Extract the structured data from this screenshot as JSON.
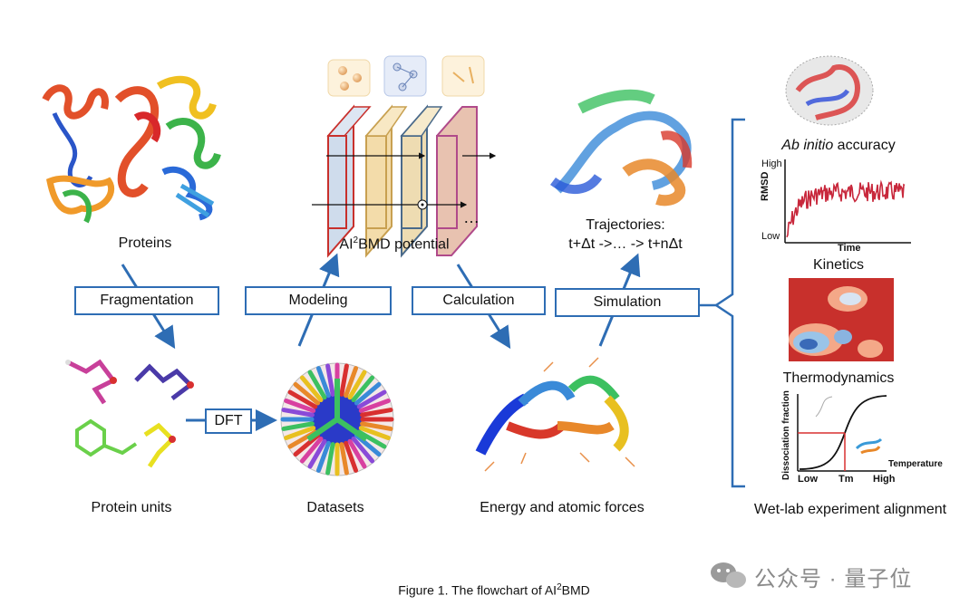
{
  "labels": {
    "proteins": "Proteins",
    "potential_pre": "AI",
    "potential_sup": "2",
    "potential_post": "BMD potential",
    "trajectories_l1": "Trajectories:",
    "trajectories_l2": "t+Δt ->… -> t+nΔt",
    "protein_units": "Protein units",
    "datasets": "Datasets",
    "energy": "Energy and atomic forces",
    "ab_initio_italic": "Ab initio",
    "ab_initio_rest": " accuracy",
    "kinetics": "Kinetics",
    "thermodynamics": "Thermodynamics",
    "wetlab": "Wet-lab experiment alignment",
    "ellipsis": "…"
  },
  "boxes": {
    "fragmentation": "Fragmentation",
    "modeling": "Modeling",
    "calculation": "Calculation",
    "simulation": "Simulation",
    "dft": "DFT"
  },
  "rmsd_plot": {
    "y_high": "High",
    "y_low": "Low",
    "ylabel": "RMSD",
    "xlabel": "Time"
  },
  "dissociation_plot": {
    "ylabel": "Dissociation fraction",
    "x_low": "Low",
    "x_tm": "Tm",
    "x_high": "High",
    "xlabel": "Temperature"
  },
  "caption": {
    "pre": "Figure 1. The flowchart of AI",
    "sup": "2",
    "post": "BMD"
  },
  "watermark": {
    "text": "公众号 · 量子位"
  },
  "colors": {
    "arrow": "#2e6db4",
    "bracket": "#2e6db4",
    "rmsd_line": "#c8283c",
    "heat_red": "#c8302c"
  }
}
